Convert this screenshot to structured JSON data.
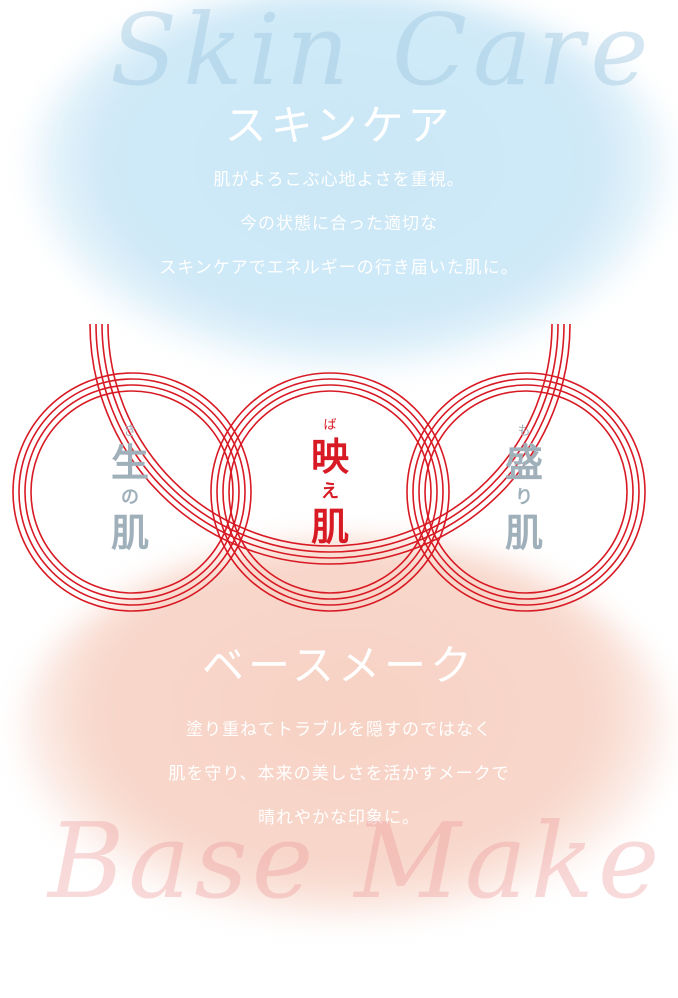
{
  "skincare": {
    "script_title": "Skin Care",
    "heading": "スキンケア",
    "lines": [
      "肌がよろこぶ心地よさを重視。",
      "今の状態に合った適切な",
      "スキンケアでエネルギーの行き届いた肌に。"
    ]
  },
  "circles": {
    "left": {
      "ruby": "き",
      "char1": "生",
      "char2": "の",
      "char3": "肌"
    },
    "center": {
      "ruby": "ば",
      "char1": "映",
      "char2": "え",
      "char3": "肌"
    },
    "right": {
      "ruby": "も",
      "char1": "盛",
      "char2": "り",
      "char3": "肌"
    }
  },
  "basemake": {
    "heading": "ベースメーク",
    "lines": [
      "塗り重ねてトラブルを隠すのではなく",
      "肌を守り、本来の美しさを活かすメークで",
      "晴れやかな印象に。"
    ],
    "script_title": "Base Make Up"
  },
  "colors": {
    "ring_red": "#d81a24",
    "label_grey": "#9fb0ba",
    "blue_wash": "#cbe8f6",
    "pink_wash": "#f7d2c4"
  }
}
